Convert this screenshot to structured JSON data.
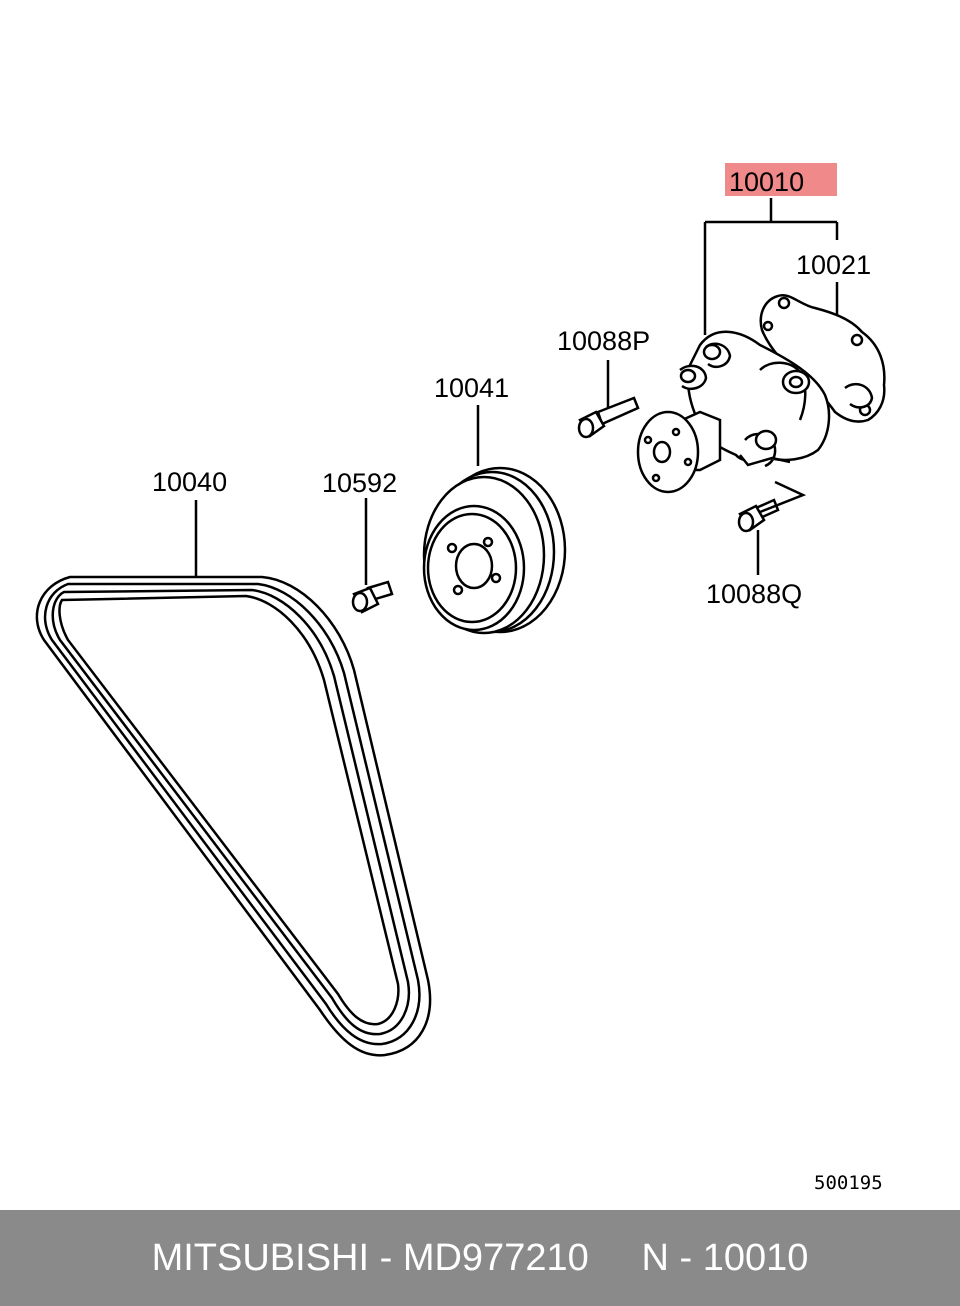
{
  "diagram": {
    "highlight_color": "#f08a8a",
    "labels": {
      "p10010": "10010",
      "p10021": "10021",
      "p10088P": "10088P",
      "p10041": "10041",
      "p10040": "10040",
      "p10592": "10592",
      "p10088Q": "10088Q"
    },
    "sheet_number": "500195"
  },
  "footer": {
    "brand": "MITSUBISHI",
    "sep1": " - ",
    "part_number": "MD977210",
    "gap": "     ",
    "ref_prefix": "N - ",
    "ref": "10010"
  }
}
